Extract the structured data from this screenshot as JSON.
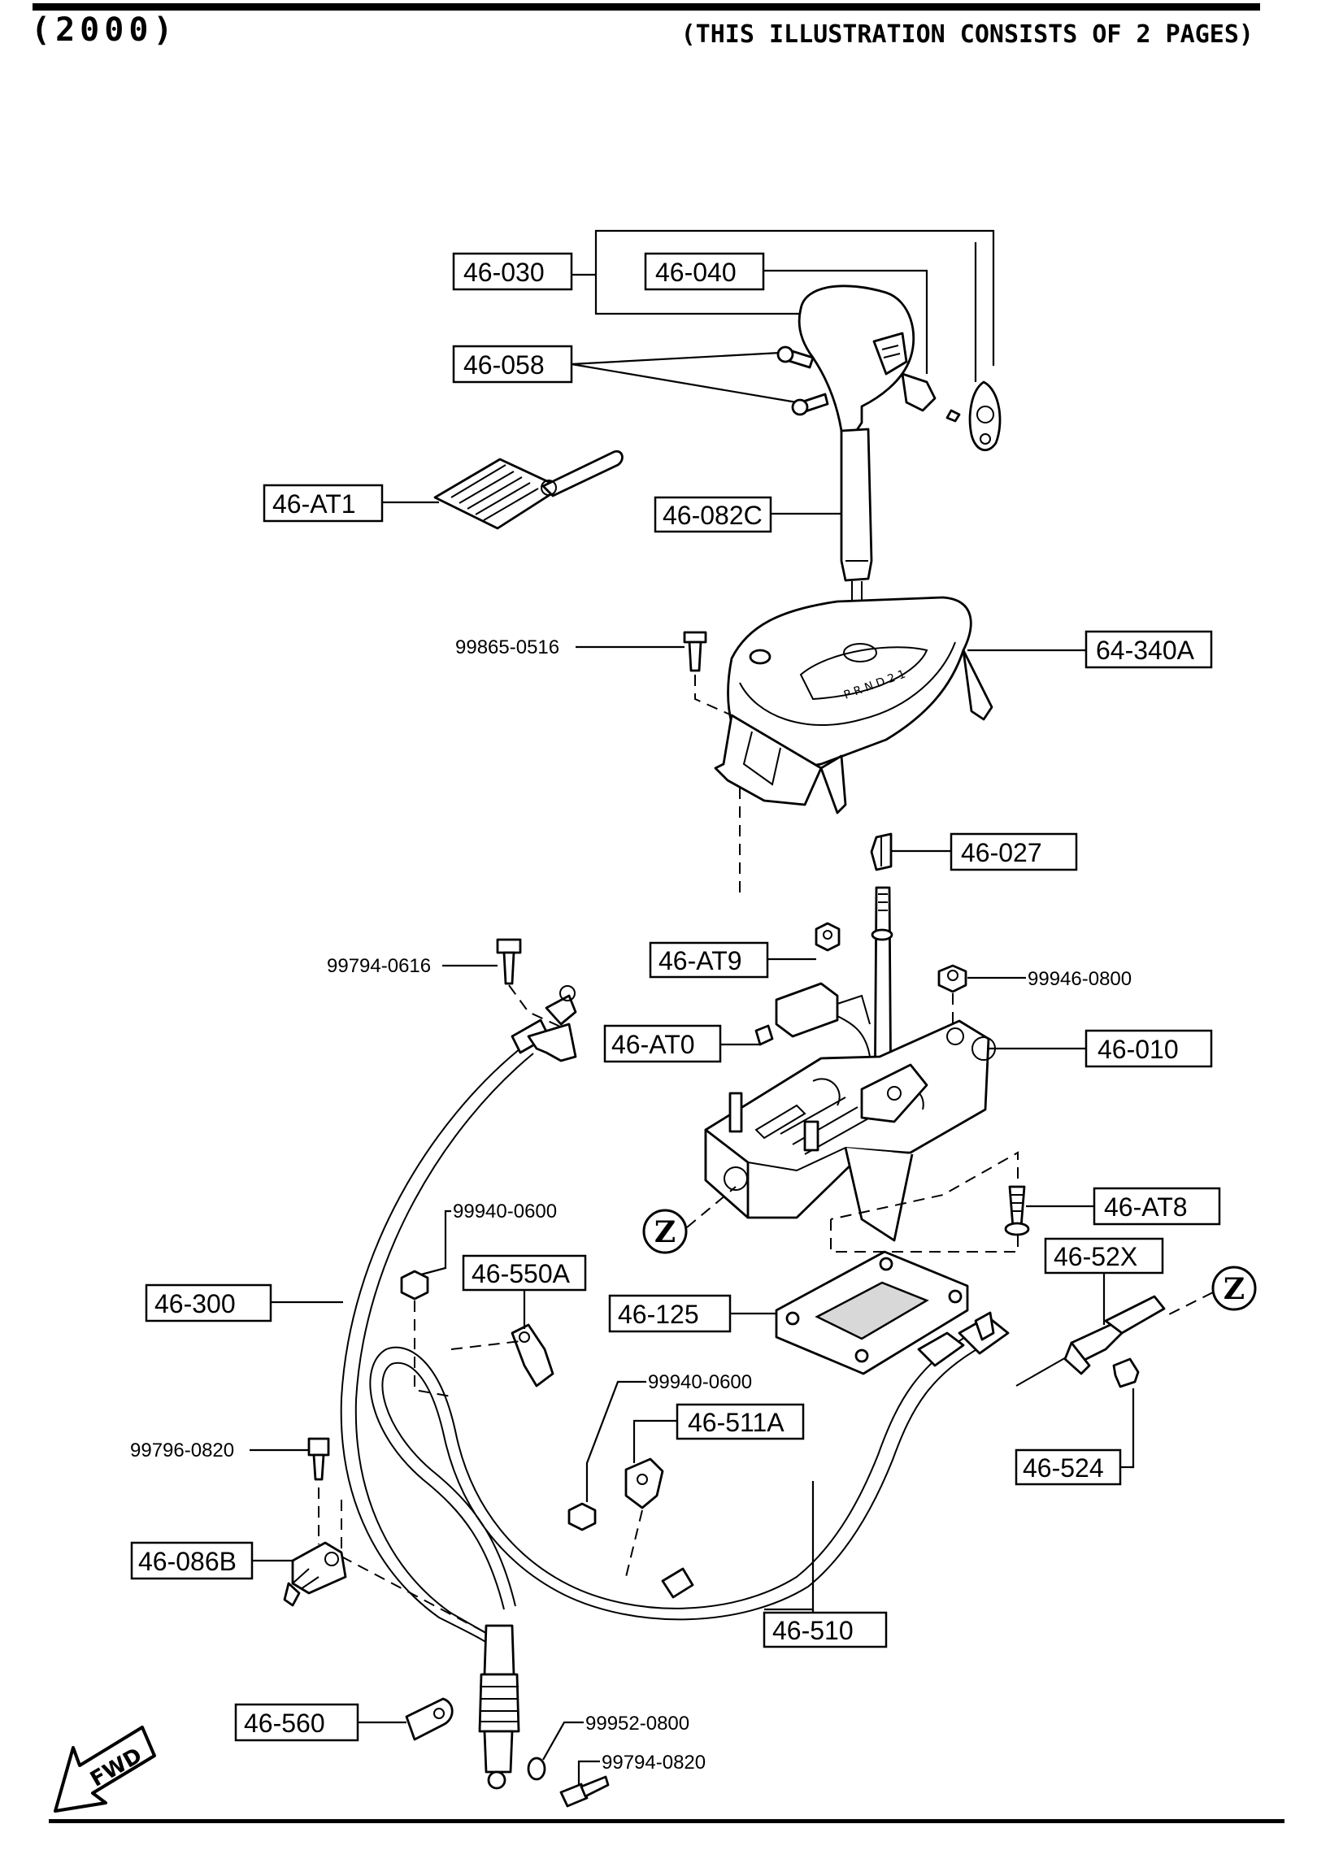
{
  "header": {
    "year": "(2000)",
    "pages_note": "(THIS ILLUSTRATION CONSISTS OF  2 PAGES)"
  },
  "callouts": {
    "c46_030": "46-030",
    "c46_040": "46-040",
    "c46_058": "46-058",
    "c46_AT1": "46-AT1",
    "c46_082C": "46-082C",
    "c64_340A": "64-340A",
    "c46_027": "46-027",
    "c46_AT9": "46-AT9",
    "c46_AT0": "46-AT0",
    "c46_010": "46-010",
    "c46_AT8": "46-AT8",
    "c46_550A": "46-550A",
    "c46_52X": "46-52X",
    "c46_300": "46-300",
    "c46_125": "46-125",
    "c46_511A": "46-511A",
    "c46_524": "46-524",
    "c46_086B": "46-086B",
    "c46_510": "46-510",
    "c46_560": "46-560"
  },
  "part_numbers": {
    "p99865_0516": "99865-0516",
    "p99794_0616": "99794-0616",
    "p99946_0800": "99946-0800",
    "p99940_0600_a": "99940-0600",
    "p99940_0600_b": "99940-0600",
    "p99796_0820": "99796-0820",
    "p99952_0800": "99952-0800",
    "p99794_0820": "99794-0820"
  },
  "markers": {
    "z_left": "Z",
    "z_right": "Z",
    "fwd": "FWD"
  }
}
